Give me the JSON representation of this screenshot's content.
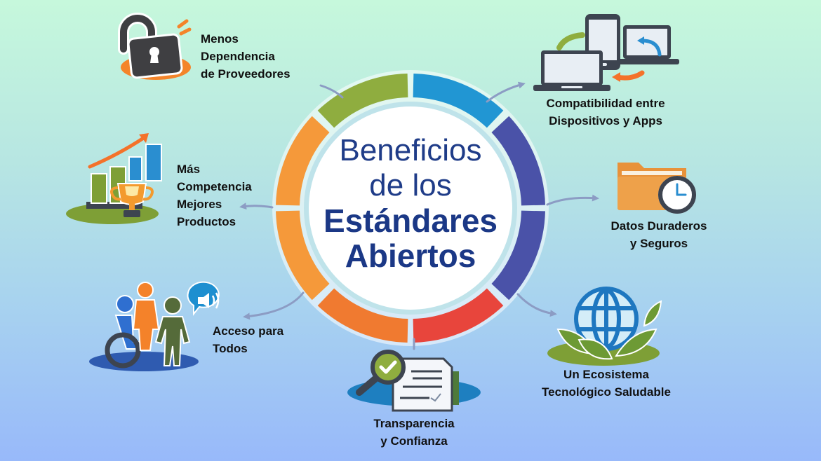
{
  "title": {
    "line1": "Beneficios",
    "line2": "de los",
    "line3": "Estándares",
    "line4": "Abiertos"
  },
  "colors": {
    "title": "#1f3c88",
    "ring_green": "#8fad3f",
    "ring_blue": "#2196d3",
    "ring_indigo": "#4a52a8",
    "ring_red": "#e8453c",
    "ring_orange_dark": "#f07a30",
    "ring_orange": "#f5993a",
    "arrow": "#8c9cc4",
    "background_top": "#c6f8dc",
    "background_bottom": "#98b9fa"
  },
  "benefits": [
    {
      "id": "vendor",
      "icon": "open-padlock-icon",
      "lines": [
        "Menos",
        "Dependencia",
        "de Proveedores"
      ]
    },
    {
      "id": "compat",
      "icon": "devices-sync-icon",
      "lines": [
        "Compatibilidad entre",
        "Dispositivos y Apps"
      ]
    },
    {
      "id": "competition",
      "icon": "growth-chart-trophy-icon",
      "lines": [
        "Más",
        "Competencia",
        "Mejores",
        "Productos"
      ]
    },
    {
      "id": "data",
      "icon": "folder-clock-icon",
      "lines": [
        "Datos Duraderos",
        "y Seguros"
      ]
    },
    {
      "id": "access",
      "icon": "accessibility-people-icon",
      "lines": [
        "Acceso para",
        "Todos"
      ]
    },
    {
      "id": "transparency",
      "icon": "document-magnifier-check-icon",
      "lines": [
        "Transparencia",
        "y Confianza"
      ]
    },
    {
      "id": "ecosystem",
      "icon": "globe-leaves-icon",
      "lines": [
        "Un Ecosistema",
        "Tecnológico Saludable"
      ]
    }
  ]
}
